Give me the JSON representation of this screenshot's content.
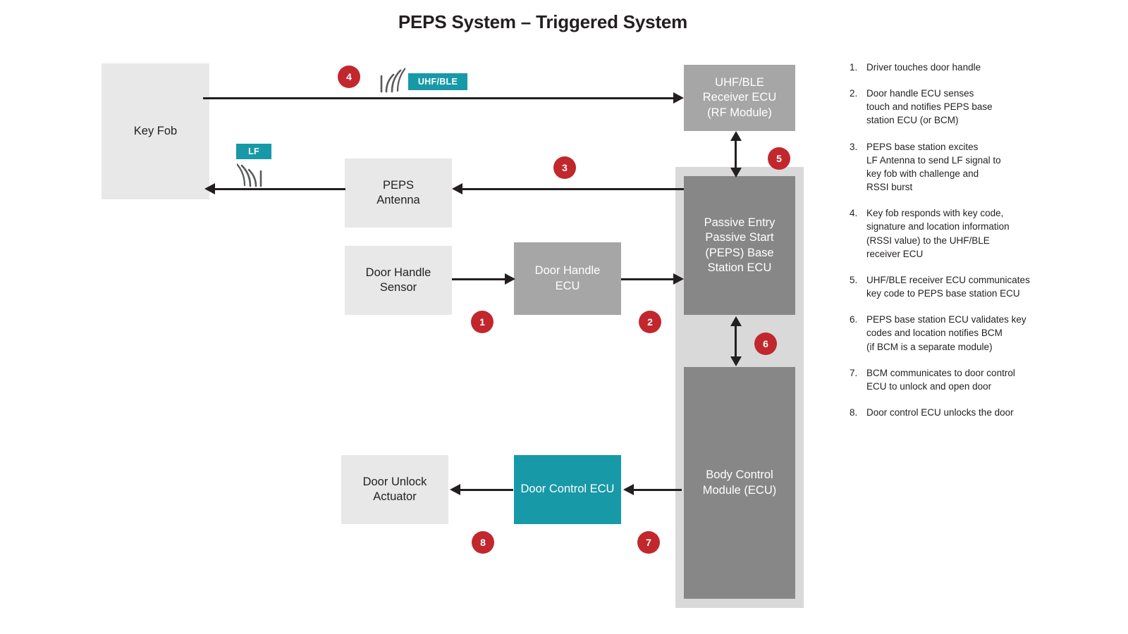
{
  "title": "PEPS System – Triggered System",
  "colors": {
    "red_badge": "#c1272d",
    "teal": "#1799a8",
    "box_light": "#e8e8e8",
    "box_mid": "#a6a6a6",
    "box_dark": "#878787",
    "container": "#d9d9d9",
    "line": "#231f20"
  },
  "boxes": {
    "key_fob": "Key Fob",
    "uhf_ble_receiver": "UHF/BLE\nReceiver ECU\n(RF Module)",
    "peps_antenna": "PEPS\nAntenna",
    "peps_base_station": "Passive Entry\nPassive Start\n(PEPS) Base\nStation ECU",
    "door_handle_sensor": "Door Handle\nSensor",
    "door_handle_ecu": "Door Handle\nECU",
    "body_control_module": "Body Control\nModule (ECU)",
    "door_unlock_actuator": "Door Unlock\nActuator",
    "door_control_ecu": "Door Control ECU"
  },
  "tags": {
    "uhf_ble": "UHF/BLE",
    "lf": "LF"
  },
  "badges": {
    "b1": "1",
    "b2": "2",
    "b3": "3",
    "b4": "4",
    "b5": "5",
    "b6": "6",
    "b7": "7",
    "b8": "8"
  },
  "steps": [
    {
      "num": "1.",
      "text": "Driver touches door handle"
    },
    {
      "num": "2.",
      "text": "Door handle ECU senses\ntouch and notifies PEPS base\nstation ECU (or BCM)"
    },
    {
      "num": "3.",
      "text": "PEPS base station excites\nLF Antenna to send LF signal to\nkey fob with challenge and\nRSSI burst"
    },
    {
      "num": "4.",
      "text": "Key fob responds with key code,\nsignature and location information\n(RSSI value) to the UHF/BLE\nreceiver ECU"
    },
    {
      "num": "5.",
      "text": "UHF/BLE receiver ECU communicates\nkey code to PEPS base station ECU"
    },
    {
      "num": "6.",
      "text": "PEPS base station ECU validates key\ncodes and location notifies BCM\n(if BCM is a separate module)"
    },
    {
      "num": "7.",
      "text": "BCM communicates to door control\nECU to unlock and open door"
    },
    {
      "num": "8.",
      "text": "Door control ECU unlocks the door"
    }
  ]
}
